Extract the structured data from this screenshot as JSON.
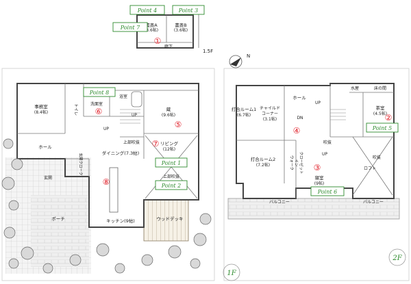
{
  "colors": {
    "accent": "#e0202a",
    "point": "#2e8b2e",
    "wall": "#444444"
  },
  "level": "1.5F",
  "floors": {
    "first": "1F",
    "second": "2F"
  },
  "mezzanine": {
    "study_a": [
      "書斎A",
      "(3.6帖)"
    ],
    "study_b": [
      "書斎B",
      "(3.6帖)"
    ],
    "corridor": "廊下"
  },
  "first_floor": {
    "office": [
      "事務室",
      "(8.4帖)"
    ],
    "toilet": "トイレ",
    "washroom": "洗面室",
    "bath": "浴室",
    "storage": [
      "蔵",
      "(9.6帖)"
    ],
    "hall": "ホール",
    "up1": "UP",
    "up2": "UP",
    "stair_void": "上部吹抜",
    "dining": "ダイニング(7.3帖)",
    "living": [
      "リビング",
      "(12帖)"
    ],
    "void_above": "上部吹抜",
    "entrance": "玄関",
    "closet": "玄関クローク",
    "porch": "ポーチ",
    "kitchen": "キッチン(9帖)",
    "wood_deck": "ウッドデッキ"
  },
  "second_floor": {
    "hall": "ホール",
    "water": "水屋",
    "tokonoma": "床の間",
    "up": "UP",
    "dn": "DN",
    "meeting1": [
      "打合ルーム1",
      "(6.7帖)"
    ],
    "child_corner": [
      "チャイルド",
      "コーナー",
      "(3.1帖)"
    ],
    "tea": [
      "茶室",
      "(4.5帖)"
    ],
    "void": "吹抜",
    "void2": "吹抜",
    "loft": "ロフト",
    "meeting2": [
      "打合ルーム2",
      "(7.2帖)"
    ],
    "walk_in": [
      "ウォーク",
      "イン",
      "クローゼット"
    ],
    "up2": "UP",
    "bedroom": [
      "寝室",
      "(9帖)"
    ],
    "balcony1": "バルコニー",
    "balcony2": "バルコニー"
  },
  "points": [
    {
      "label": "Point 1"
    },
    {
      "label": "Point 2"
    },
    {
      "label": "Point 3"
    },
    {
      "label": "Point 4"
    },
    {
      "label": "Point 5"
    },
    {
      "label": "Point 6"
    },
    {
      "label": "Point 7"
    },
    {
      "label": "Point 8"
    }
  ],
  "markers": [
    "①",
    "②",
    "③",
    "④",
    "⑤",
    "⑥",
    "⑦",
    "⑧"
  ],
  "compass": "N"
}
